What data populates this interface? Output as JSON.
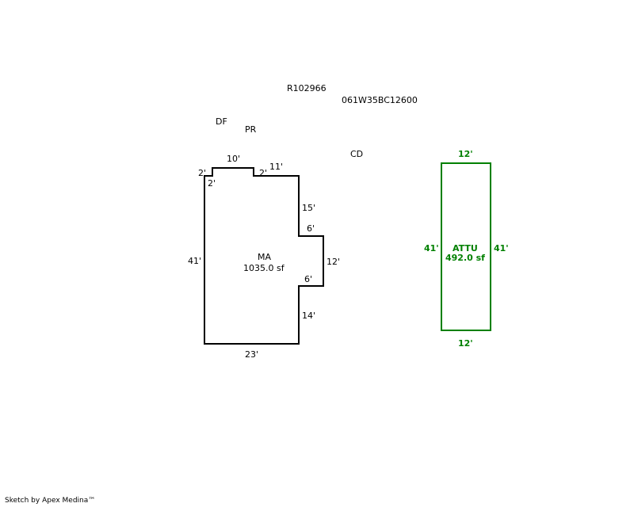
{
  "header": {
    "parcel_id": "R102966",
    "map_number": "061W35BC12600"
  },
  "labels": {
    "df": "DF",
    "pr": "PR",
    "cd": "CD"
  },
  "main_area": {
    "name": "MA",
    "area": "1035.0 sf",
    "dims": {
      "left": "41'",
      "top_step_left": "2'",
      "top_step_left_inner": "2'",
      "top": "10'",
      "top_step_right": "2'",
      "top_right": "11'",
      "right_upper": "15'",
      "bump_top": "6'",
      "bump_side": "12'",
      "bump_bottom": "6'",
      "right_lower": "14'",
      "bottom": "23'"
    }
  },
  "attu": {
    "name": "ATTU",
    "area": "492.0 sf",
    "dims": {
      "top": "12'",
      "bottom": "12'",
      "left": "41'",
      "right": "41'"
    }
  },
  "colors": {
    "main": "#000000",
    "attu": "#008000"
  },
  "footer": "Sketch by Apex Medina™"
}
